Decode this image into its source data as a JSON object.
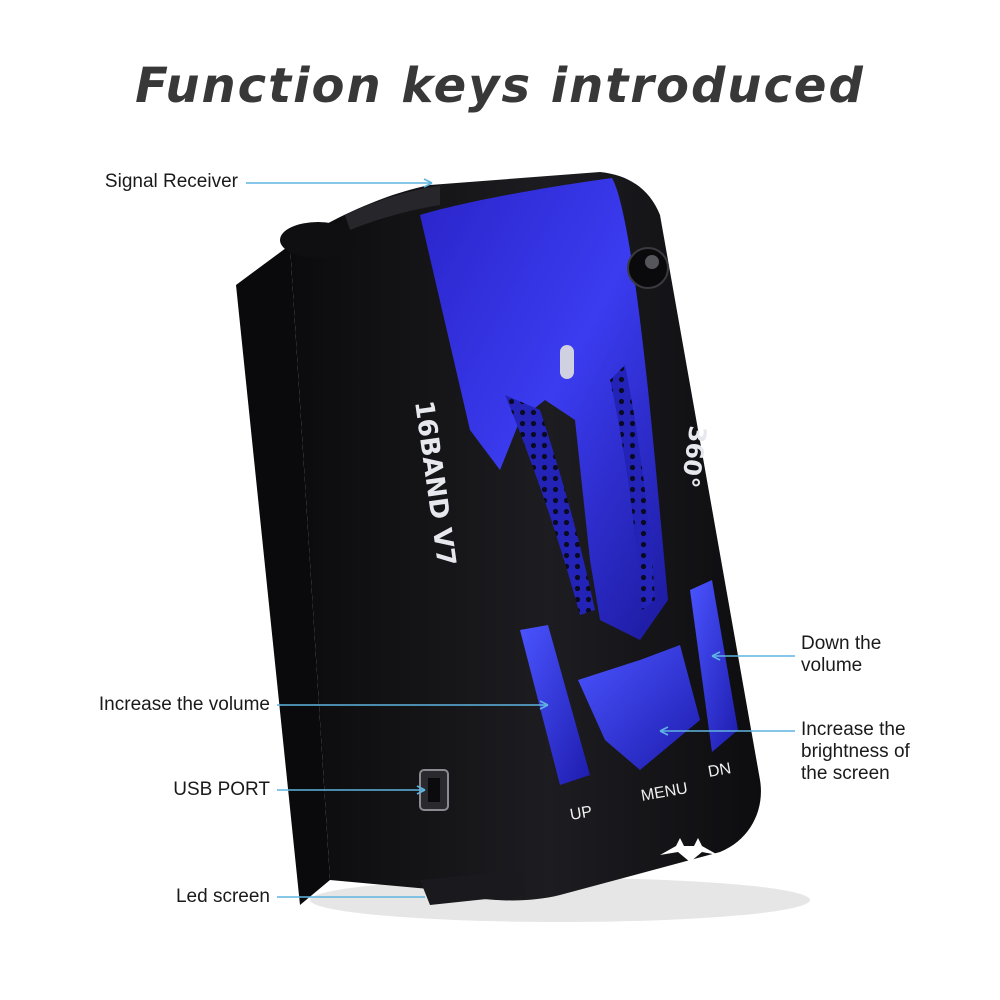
{
  "title": "Function keys introduced",
  "device": {
    "band_label": "16BAND V7",
    "rotated_label": "360°",
    "button_labels": {
      "up": "UP",
      "menu": "MENU",
      "dn": "DN"
    }
  },
  "callouts": {
    "signal_receiver": "Signal Receiver",
    "increase_volume": "Increase the volume",
    "usb_port": "USB PORT",
    "led_screen": "Led screen",
    "down_volume_line1": "Down the",
    "down_volume_line2": "volume",
    "brightness_line1": "Increase the",
    "brightness_line2": "brightness of",
    "brightness_line3": "the screen"
  },
  "colors": {
    "accent_blue": "#2b2bd6",
    "body_black": "#141416",
    "leader_line": "#5fb4e0"
  }
}
